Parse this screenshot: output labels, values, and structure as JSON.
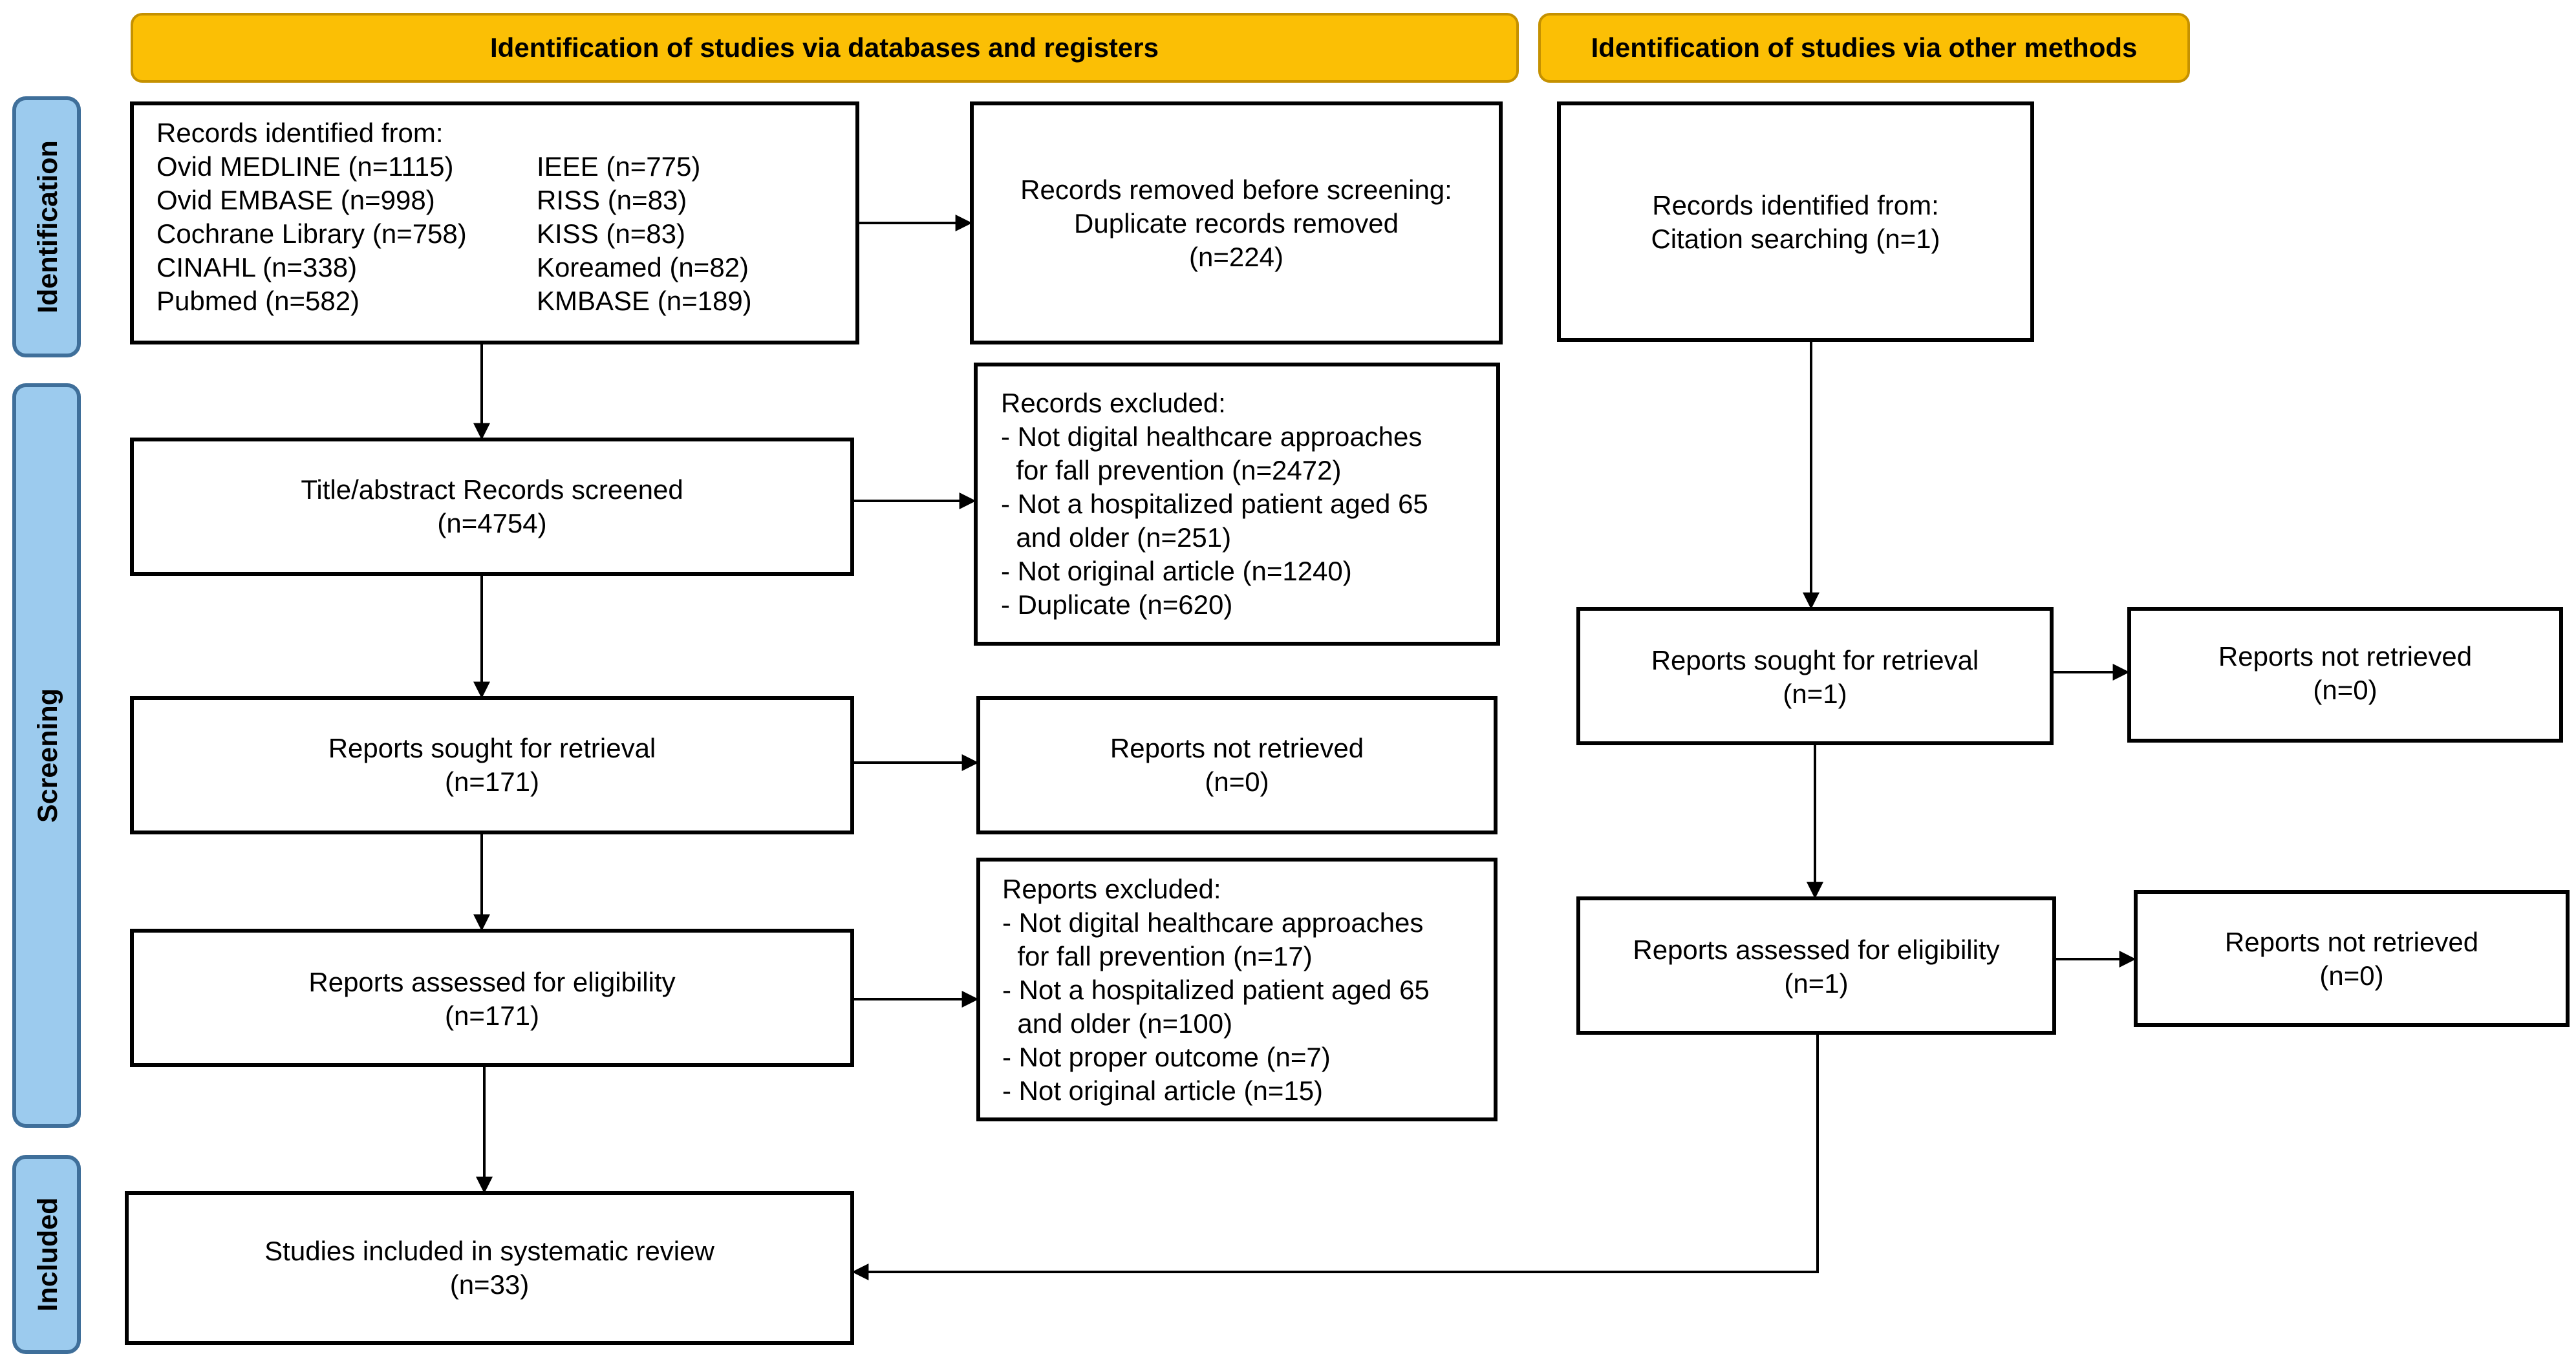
{
  "colors": {
    "header_fill": "#fbbf05",
    "stage_fill": "#9ccbee",
    "stage_border": "#3f6f9a",
    "box_border": "#000000"
  },
  "headers": {
    "databases": "Identification of studies via databases and registers",
    "other": "Identification of studies via other methods"
  },
  "stages": {
    "identification": "Identification",
    "screening": "Screening",
    "included": "Included"
  },
  "db": {
    "records_identified": {
      "title": "Records identified from:",
      "left": [
        "Ovid MEDLINE (n=1115)",
        "Ovid EMBASE (n=998)",
        "Cochrane Library (n=758)",
        "CINAHL (n=338)",
        "Pubmed (n=582)"
      ],
      "right": [
        "IEEE (n=775)",
        "RISS (n=83)",
        "KISS (n=83)",
        "Koreamed (n=82)",
        "KMBASE (n=189)"
      ]
    },
    "removed": [
      "Records removed before screening:",
      "Duplicate records removed",
      "(n=224)"
    ],
    "screened": [
      "Title/abstract Records screened",
      "(n=4754)"
    ],
    "excluded": [
      "Records excluded:",
      "- Not digital healthcare approaches",
      "  for fall prevention (n=2472)",
      "- Not a hospitalized patient aged 65",
      "  and older (n=251)",
      "- Not original article (n=1240)",
      "- Duplicate (n=620)"
    ],
    "sought": [
      "Reports sought for retrieval",
      "(n=171)"
    ],
    "not_retrieved": [
      "Reports not retrieved",
      "(n=0)"
    ],
    "assessed": [
      "Reports assessed for eligibility",
      "(n=171)"
    ],
    "reports_excluded": [
      "Reports excluded:",
      "- Not digital healthcare approaches",
      "  for fall prevention (n=17)",
      "- Not a hospitalized patient aged 65",
      "  and older (n=100)",
      "- Not proper outcome (n=7)",
      "- Not original article (n=15)"
    ],
    "included": [
      "Studies included in systematic review",
      "(n=33)"
    ]
  },
  "other": {
    "records_identified": [
      "Records identified from:",
      "Citation searching (n=1)"
    ],
    "sought": [
      "Reports sought for retrieval",
      "(n=1)"
    ],
    "not_retrieved": [
      "Reports not retrieved",
      "(n=0)"
    ],
    "assessed": [
      "Reports assessed for eligibility",
      "(n=1)"
    ],
    "not_retrieved_2": [
      "Reports not retrieved",
      "(n=0)"
    ]
  }
}
